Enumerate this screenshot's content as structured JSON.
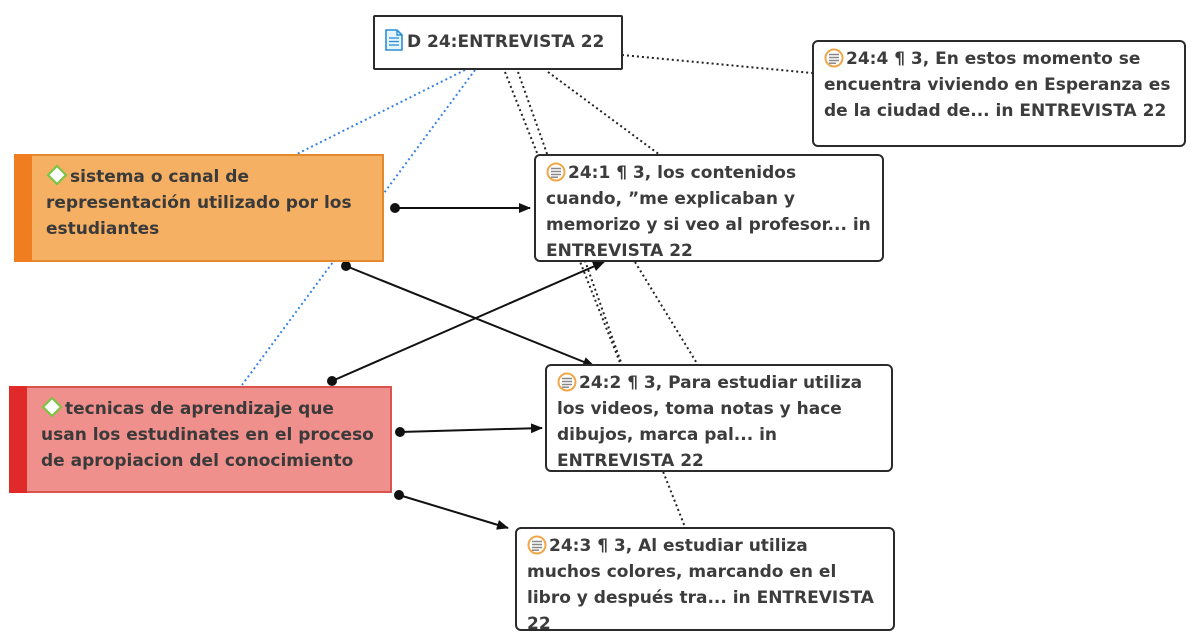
{
  "document": {
    "label": "D 24:ENTREVISTA 22",
    "icon": "document-icon"
  },
  "codes": [
    {
      "id": "code-sistema",
      "label": "sistema o canal de representación utilizado por los estudiantes",
      "color": "#f5b063",
      "stripe_color": "#f07d20",
      "border_color": "#e58a2c",
      "icon": "code-diamond-icon"
    },
    {
      "id": "code-tecnicas",
      "label": "tecnicas de aprendizaje que usan los estudinates en el proceso de apropiacion del conocimiento",
      "color": "#f0908c",
      "stripe_color": "#e02a2a",
      "border_color": "#d9534f",
      "icon": "code-diamond-icon"
    }
  ],
  "quotations": [
    {
      "id": "q-24-4",
      "label": "24:4 ¶ 3, En estos momento se encuentra viviendo en Esperanza es de la ciudad de... in ENTREVISTA 22",
      "icon": "quotation-icon"
    },
    {
      "id": "q-24-1",
      "label": "24:1 ¶ 3, los contenidos cuando, ”me explicaban y memorizo y si veo al profesor... in ENTREVISTA 22",
      "icon": "quotation-icon"
    },
    {
      "id": "q-24-2",
      "label": "24:2 ¶ 3, Para estudiar utiliza los videos, toma notas y hace dibujos, marca pal... in ENTREVISTA 22",
      "icon": "quotation-icon"
    },
    {
      "id": "q-24-3",
      "label": "24:3 ¶ 3, Al estudiar utiliza muchos colores, marcando en el libro y después tra... in ENTREVISTA 22",
      "icon": "quotation-icon"
    }
  ],
  "colors": {
    "code_link": "#3b82e0",
    "doc_link": "#222222",
    "relation_arrow": "#111111",
    "quote_icon_ring": "#f0a64a",
    "diamond": "#7cc544"
  }
}
